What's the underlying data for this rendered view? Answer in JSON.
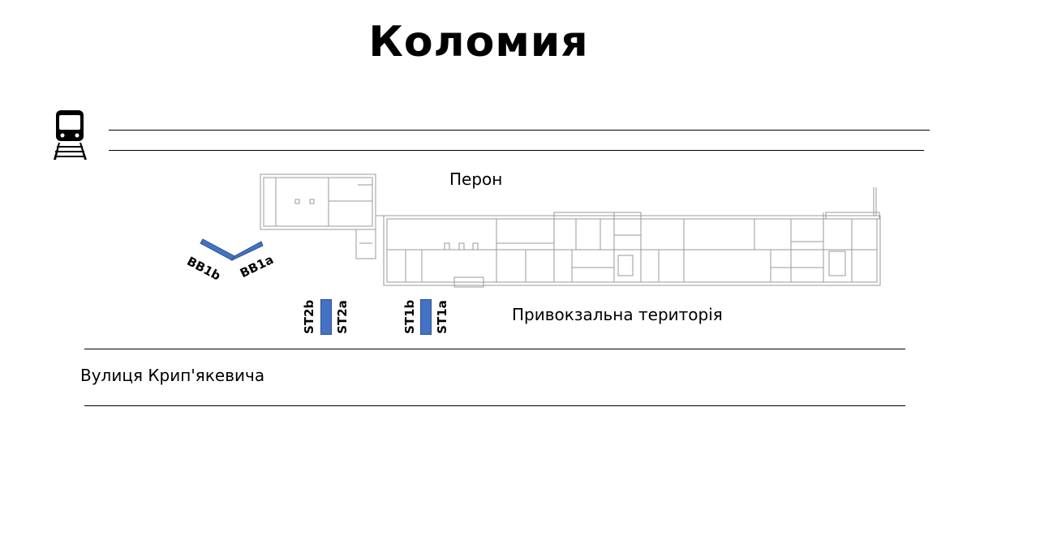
{
  "title": "Коломия",
  "icons": {
    "train": "train-icon"
  },
  "labels": {
    "platform": "Перон",
    "station_area": "Привокзальна територія",
    "street": "Вулиця Крип'якевича"
  },
  "boards": [
    {
      "id": "BB1b",
      "label": "BB1b"
    },
    {
      "id": "BB1a",
      "label": "BB1a"
    }
  ],
  "stands": [
    {
      "id": "ST2",
      "label_b": "ST2b",
      "label_a": "ST2a"
    },
    {
      "id": "ST1",
      "label_b": "ST1b",
      "label_a": "ST1a"
    }
  ],
  "colors": {
    "stand": "#4472c4",
    "stand_border": "#2f528f"
  }
}
